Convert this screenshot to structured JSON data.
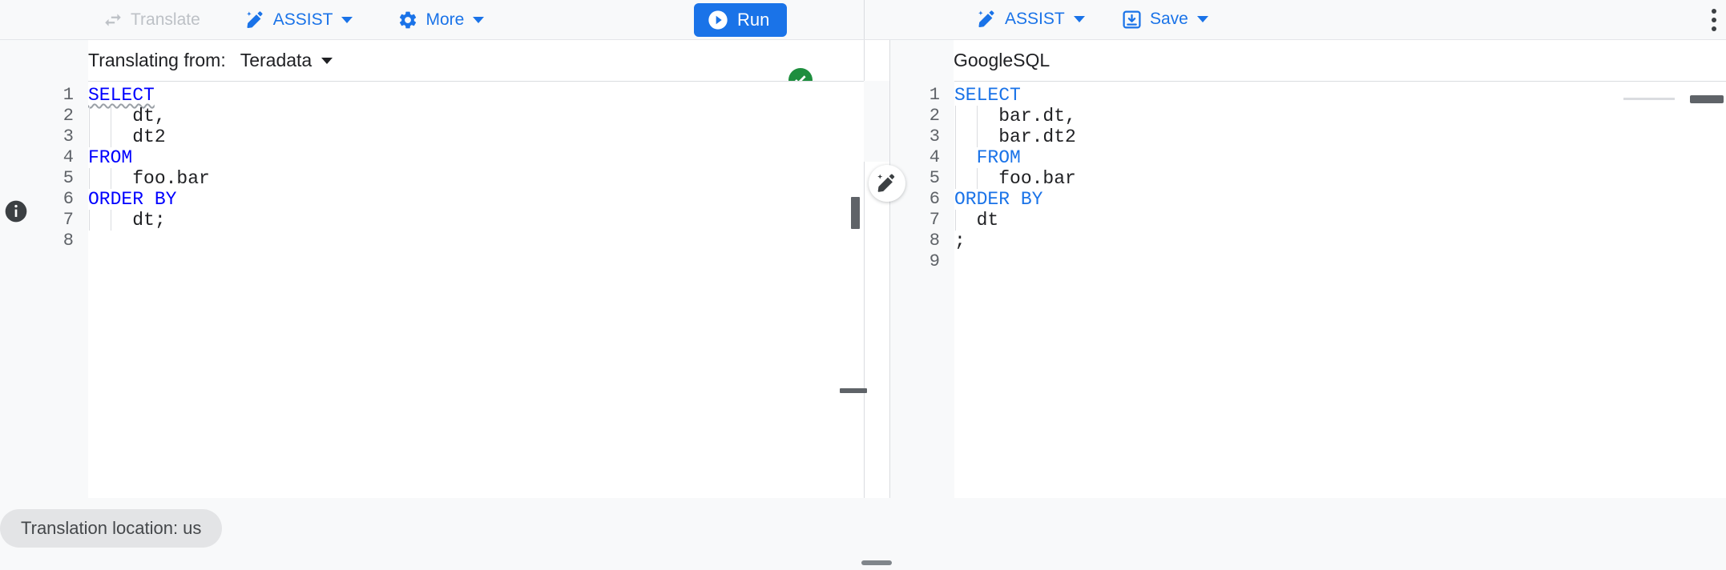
{
  "toolbar": {
    "left": {
      "translate": {
        "label": "Translate",
        "icon": "swap-horizontal-icon",
        "disabled": true
      },
      "assist": {
        "label": "ASSIST",
        "icon": "magic-wand-icon",
        "caret": true
      },
      "more": {
        "label": "More",
        "icon": "gear-icon",
        "caret": true
      }
    },
    "right": {
      "run": {
        "label": "Run",
        "icon": "play-circle-icon"
      },
      "assist": {
        "label": "ASSIST",
        "icon": "magic-wand-icon",
        "caret": true
      },
      "save": {
        "label": "Save",
        "icon": "save-icon",
        "caret": true
      },
      "overflow": {
        "icon": "more-vert-icon"
      }
    }
  },
  "label_row": {
    "translating_from_label": "Translating from:",
    "source_dialect": "Teradata",
    "status_icon": "check-circle-green-icon",
    "target_dialect": "GoogleSQL"
  },
  "source_editor": {
    "info_icon": "info-icon",
    "line_numbers": [
      "1",
      "2",
      "3",
      "4",
      "5",
      "6",
      "7",
      "8"
    ],
    "lines": [
      {
        "text": "SELECT",
        "kind": "keyword",
        "warning": true,
        "indent": 0
      },
      {
        "text": "dt,",
        "kind": "plain",
        "warning": false,
        "indent": 2
      },
      {
        "text": "dt2",
        "kind": "plain",
        "warning": false,
        "indent": 2
      },
      {
        "text": "FROM",
        "kind": "keyword",
        "warning": false,
        "indent": 0
      },
      {
        "text": "foo.bar",
        "kind": "plain",
        "warning": false,
        "indent": 2
      },
      {
        "text": "ORDER BY",
        "kind": "keyword",
        "warning": false,
        "indent": 0
      },
      {
        "text": "dt;",
        "kind": "plain",
        "warning": false,
        "indent": 2
      },
      {
        "text": "",
        "kind": "plain",
        "warning": false,
        "indent": 0
      }
    ]
  },
  "target_editor": {
    "line_numbers": [
      "1",
      "2",
      "3",
      "4",
      "5",
      "6",
      "7",
      "8",
      "9"
    ],
    "lines": [
      {
        "text": "SELECT",
        "kind": "keyword",
        "indent": 0
      },
      {
        "text": "bar.dt,",
        "kind": "plain",
        "indent": 2
      },
      {
        "text": "bar.dt2",
        "kind": "plain",
        "indent": 2
      },
      {
        "text": "FROM",
        "kind": "keyword",
        "indent": 1
      },
      {
        "text": "foo.bar",
        "kind": "plain",
        "indent": 2
      },
      {
        "text": "ORDER BY",
        "kind": "keyword",
        "indent": 0
      },
      {
        "text": "dt",
        "kind": "plain",
        "indent": 1
      },
      {
        "text": ";",
        "kind": "plain",
        "indent": 0
      },
      {
        "text": "",
        "kind": "plain",
        "indent": 0
      }
    ]
  },
  "splitter": {
    "magic_button_icon": "magic-wand-icon",
    "vertical_handle": "vertical-resize-handle",
    "horizontal_handle": "horizontal-resize-handle"
  },
  "footer": {
    "location_chip": "Translation location: us",
    "bottom_drag_handle": "panel-resize-handle"
  },
  "colors": {
    "accent_blue": "#1a73e8",
    "keyword_blue": "#0000ff",
    "status_green": "#1e8e3e",
    "surface_grey": "#f8f9fa",
    "border_grey": "#dadce0",
    "disabled_grey": "#bdc1c6",
    "text_primary": "#202124",
    "chip_bg": "#e3e4e6"
  }
}
